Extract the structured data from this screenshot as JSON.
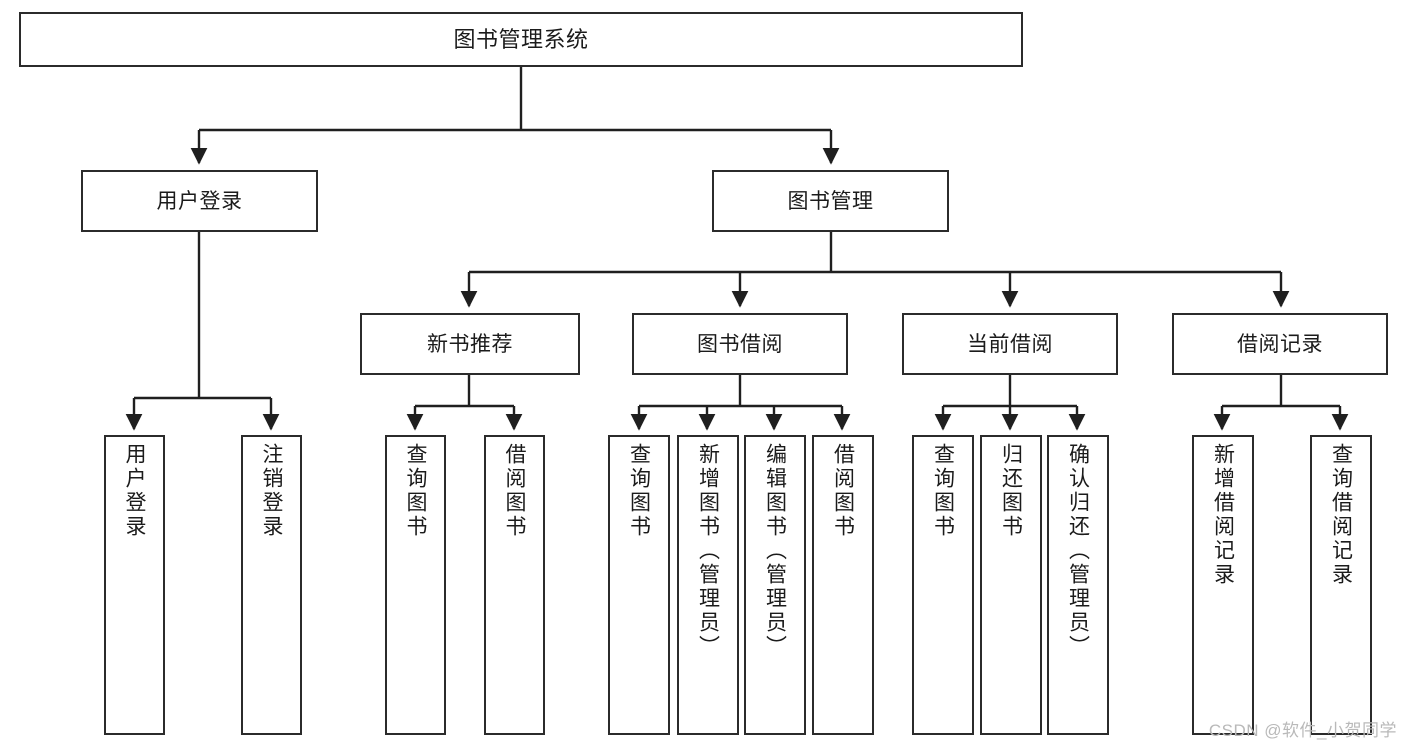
{
  "diagram": {
    "title": "图书管理系统",
    "type": "tree-hierarchy",
    "watermark": "CSDN @软件_小贺同学",
    "colors": {
      "background": "#ffffff",
      "node_border": "#2b2b2b",
      "node_fill": "#ffffff",
      "text": "#1b1b1b",
      "edge": "#1f1f1f",
      "watermark": "#b9b9b9"
    },
    "levels": {
      "root": {
        "label": "图书管理系统"
      },
      "level2": [
        {
          "label": "用户登录"
        },
        {
          "label": "图书管理"
        }
      ],
      "level3": [
        {
          "label": "新书推荐"
        },
        {
          "label": "图书借阅"
        },
        {
          "label": "当前借阅"
        },
        {
          "label": "借阅记录"
        }
      ],
      "leaves": {
        "user_login": [
          {
            "label": "用户登录"
          },
          {
            "label": "注销登录"
          }
        ],
        "new_book_recommend": [
          {
            "label": "查询图书"
          },
          {
            "label": "借阅图书"
          }
        ],
        "book_borrow": [
          {
            "label": "查询图书"
          },
          {
            "label": "新增图书（管理员）"
          },
          {
            "label": "编辑图书（管理员）"
          },
          {
            "label": "借阅图书"
          }
        ],
        "current_borrow": [
          {
            "label": "查询图书"
          },
          {
            "label": "归还图书"
          },
          {
            "label": "确认归还（管理员）"
          }
        ],
        "borrow_record": [
          {
            "label": "新增借阅记录"
          },
          {
            "label": "查询借阅记录"
          }
        ]
      }
    }
  }
}
